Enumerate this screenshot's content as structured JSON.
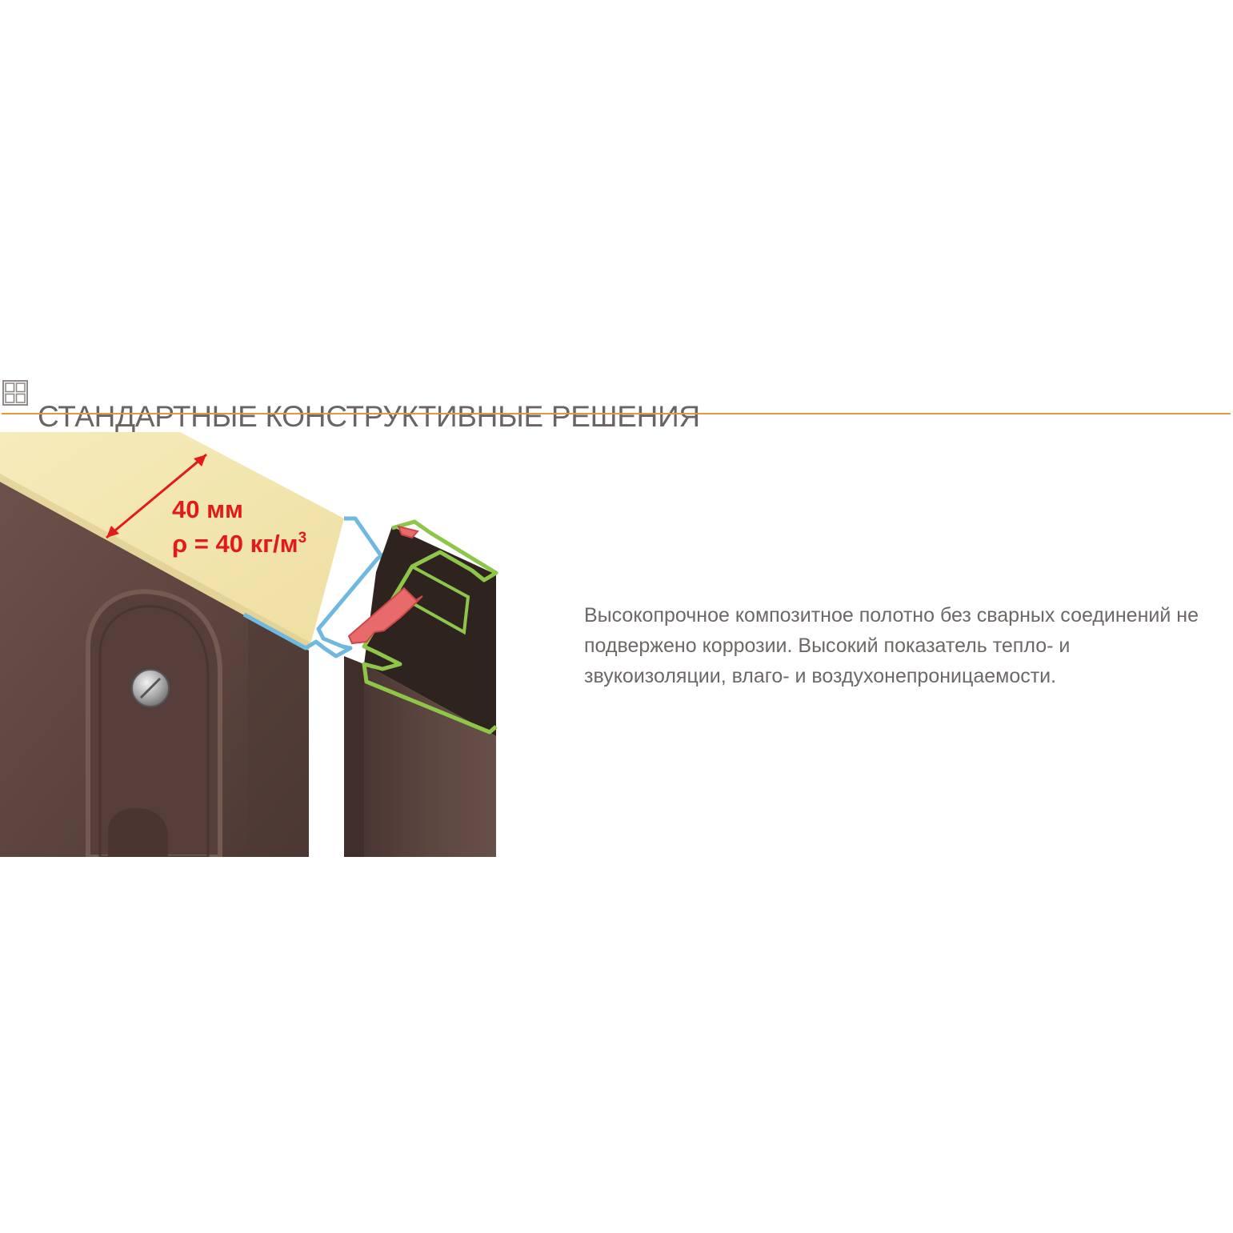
{
  "section": {
    "icon": "grid-icon",
    "title": "СТАНДАРТНЫЕ КОНСТРУКТИВНЫЕ РЕШЕНИЯ",
    "accent_color": "#e09a3e"
  },
  "diagram": {
    "thickness_label": "40 мм",
    "density_label": "ρ = 40 кг/м",
    "density_superscript": "3",
    "colors": {
      "door_leaf": "#5e4640",
      "insulation": "#f3e7b0",
      "leaf_profile": "#6fb8e0",
      "frame_profile": "#8ec64a",
      "seal": "#e96a6a",
      "dimension": "#e21a1a"
    }
  },
  "description": {
    "text": "Высокопрочное композитное полотно без сварных соединений не подвержено коррозии. Высокий показатель тепло- и звукоизоляции, влаго- и воздухонепроницаемости."
  }
}
